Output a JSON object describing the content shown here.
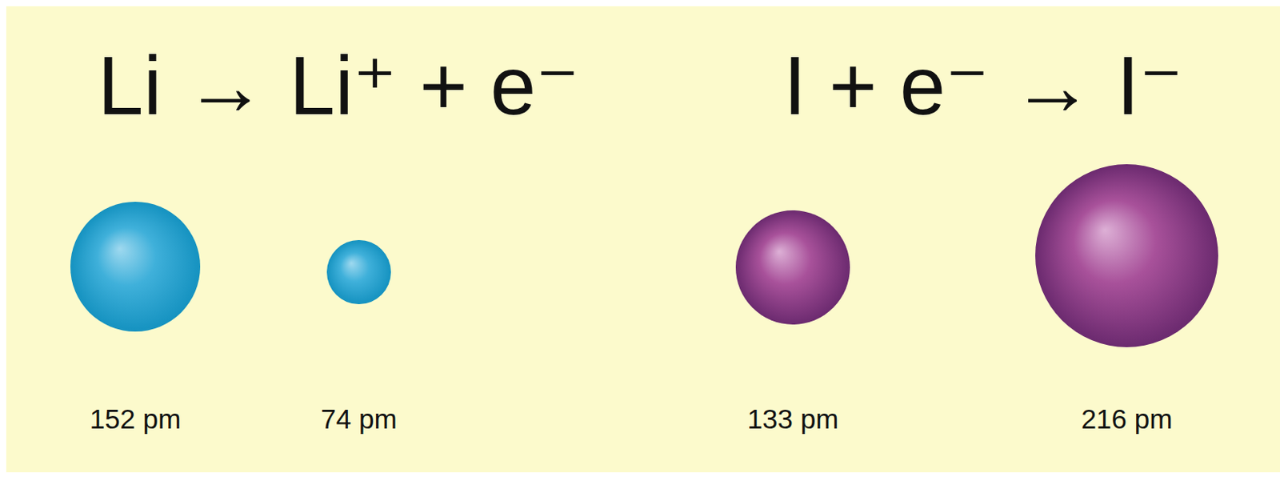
{
  "diagram": {
    "labels": [
      "Li → Li⁺ + e⁻",
      "I + e⁻ → I⁻",
      "152 pm",
      "74 pm",
      "133 pm",
      "216 pm"
    ]
  }
}
